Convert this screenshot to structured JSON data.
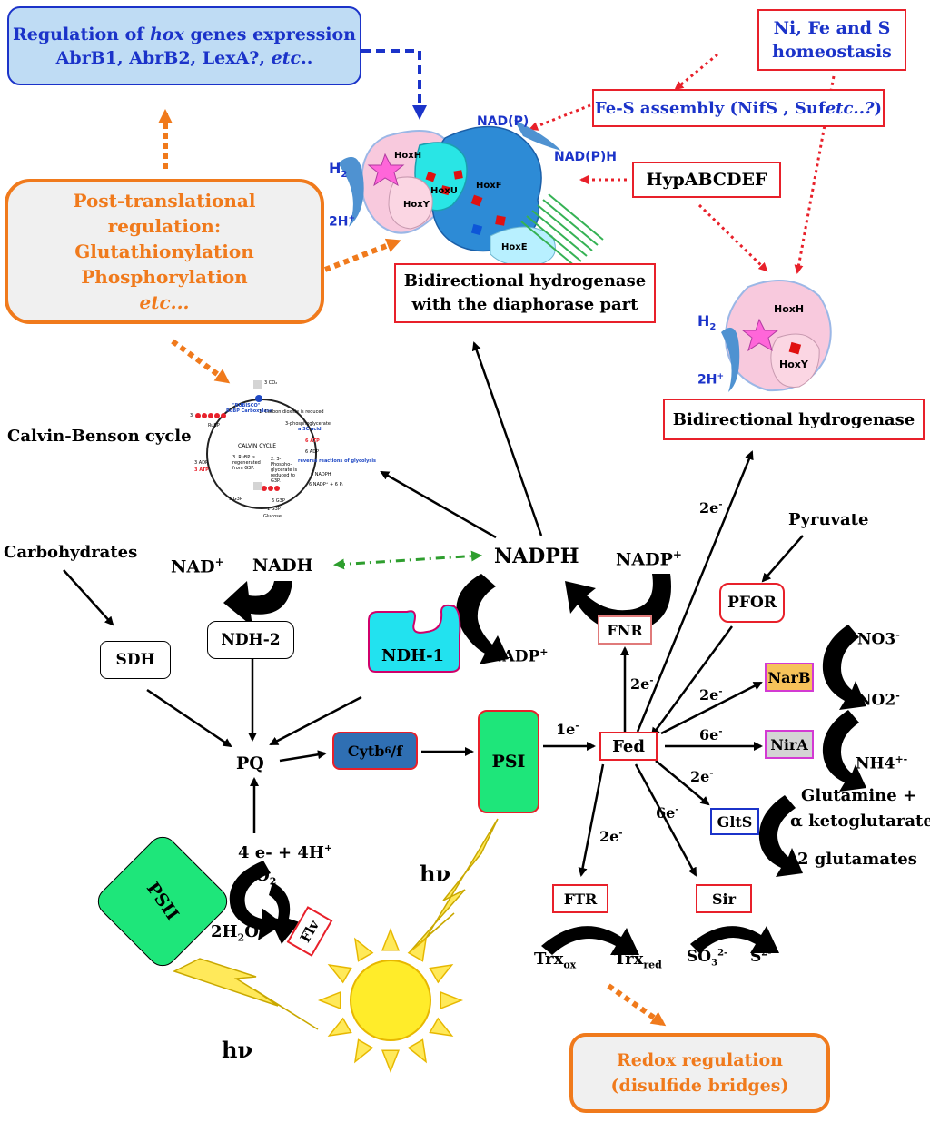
{
  "regulation_hox": {
    "line1_a": "Regulation of ",
    "line1_b": "hox",
    "line1_c": " genes expression",
    "line2_a": "AbrB1, AbrB2, LexA?, ",
    "line2_b": "etc",
    "line2_c": ".."
  },
  "post_translational": {
    "line1": "Post-translational",
    "line2": "regulation:",
    "line3": "Glutathionylation",
    "line4": "Phosphorylation",
    "line5": "etc..."
  },
  "ni_fe_s": {
    "line1": "Ni,  Fe and S",
    "line2": "homeostasis"
  },
  "fes_assembly": {
    "a": "Fe-S assembly (NifS , Suf ",
    "b": "etc..?",
    "c": ")"
  },
  "hypabcdef": "HypABCDEF",
  "bidir_diaphorase": {
    "line1": "Bidirectional hydrogenase",
    "line2": "with the diaphorase part"
  },
  "bidir_hydrogenase": "Bidirectional hydrogenase",
  "hox_complex": {
    "nadp": "NAD(P)",
    "nadph": "NAD(P)H",
    "h2": "H",
    "h2_sub": "2",
    "two_h": "2H",
    "two_h_sup": "+",
    "hoxh": "HoxH",
    "hoxy": "HoxY",
    "hoxu": "HoxU",
    "hoxf": "HoxF",
    "hoxe": "HoxE"
  },
  "hox_small": {
    "h2": "H",
    "h2_sub": "2",
    "two_h": "2H",
    "two_h_sup": "+",
    "hoxh": "HoxH",
    "hoxy": "HoxY"
  },
  "calvin": {
    "label": "Calvin-Benson cycle",
    "title": "CALVIN CYCLE",
    "rubisco": "\"RUBISCO\"",
    "rubisco2": "RuBP Carboxylase",
    "co2": "3 CO₂",
    "s1": "1. Carbon dioxide is reduced",
    "pga": "3-phosphoglycerate",
    "c3": "a 3C acid",
    "atp6": "6 ATP",
    "adp6": "6 ADP",
    "rev": "reverse reactions of glycolysis",
    "nadph6": "6 NADPH",
    "nadp6": "6 NADP⁺ + 6 Pᵢ",
    "g3p6": "6 G3P",
    "g3p5": "5 G3P",
    "g3p1": "1 G3P",
    "glucose": "Glucose",
    "s2": "2. 3-Phospho-glycerate is reduced to G3P.",
    "s3": "3. RuBP is regenerated from G3P.",
    "rubp3": "3",
    "rubp": "RuBP",
    "adp3": "3 ADP",
    "atp3": "3 ATP"
  },
  "carbohydrates": "Carbohydrates",
  "sdh": "SDH",
  "ndh2": "NDH-2",
  "ndh1": "NDH-1",
  "nad_plus": {
    "base": "NAD",
    "sup": "+"
  },
  "nadh": "NADH",
  "nadph": "NADPH",
  "nadp_plus_right": {
    "base": "NADP",
    "sup": "+"
  },
  "nadp_plus_left": {
    "base": "NADP",
    "sup": "+"
  },
  "fnr": "FNR",
  "pfor": "PFOR",
  "pyruvate": "Pyruvate",
  "pq": "PQ",
  "cytb6f": {
    "a": "Cytb",
    "sub": "6",
    "b": "/f"
  },
  "psi": "PSI",
  "psii": "PSII",
  "fed": "Fed",
  "narb": "NarB",
  "nira": "NirA",
  "gltS": "GltS",
  "ftr": "FTR",
  "sir": "Sir",
  "flv": "Flv",
  "e_labels": {
    "e_fnr": "2e",
    "e_hyd": "2e",
    "e_psi": "1e",
    "e_narb": "2e",
    "e_nira": "6e",
    "e_glts": "2e",
    "e_ftr": "2e",
    "e_sir": "6e",
    "minus": "-"
  },
  "no3": {
    "base": "NO3",
    "sup": "-"
  },
  "no2": {
    "base": "NO2",
    "sup": "-"
  },
  "nh4": {
    "base": "NH4",
    "sup": "+-"
  },
  "glutamine": {
    "line1": "Glutamine +",
    "alpha": "α",
    "line2": " ketoglutarate",
    "line3": "2 glutamates"
  },
  "water": {
    "e4": "4 e-  + 4H",
    "e4_sup": "+",
    "o2": "+O",
    "o2_sub": "2",
    "h2o_a": "2H",
    "h2o_sub": "2",
    "h2o_b": "O"
  },
  "trx": {
    "ox": "Trx",
    "ox_sub": "ox",
    "red": "Trx",
    "red_sub": "red"
  },
  "so3": {
    "base": "SO",
    "sub": "3",
    "sup": "2-"
  },
  "s2": {
    "base": "S",
    "sup": "2-"
  },
  "hv": "hν",
  "redox": {
    "line1": "Redox regulation",
    "line2": "(disulfide bridges)"
  },
  "colors": {
    "orange": "#f07a1c",
    "red": "#e8202a",
    "blue": "#1b33c9",
    "green": "#2e9e2e",
    "psi_green": "#1ee67a",
    "ndh1_cyan": "#22e2ef",
    "cyt_blue": "#2f6fb3",
    "narb_yellow": "#f6c25a"
  }
}
